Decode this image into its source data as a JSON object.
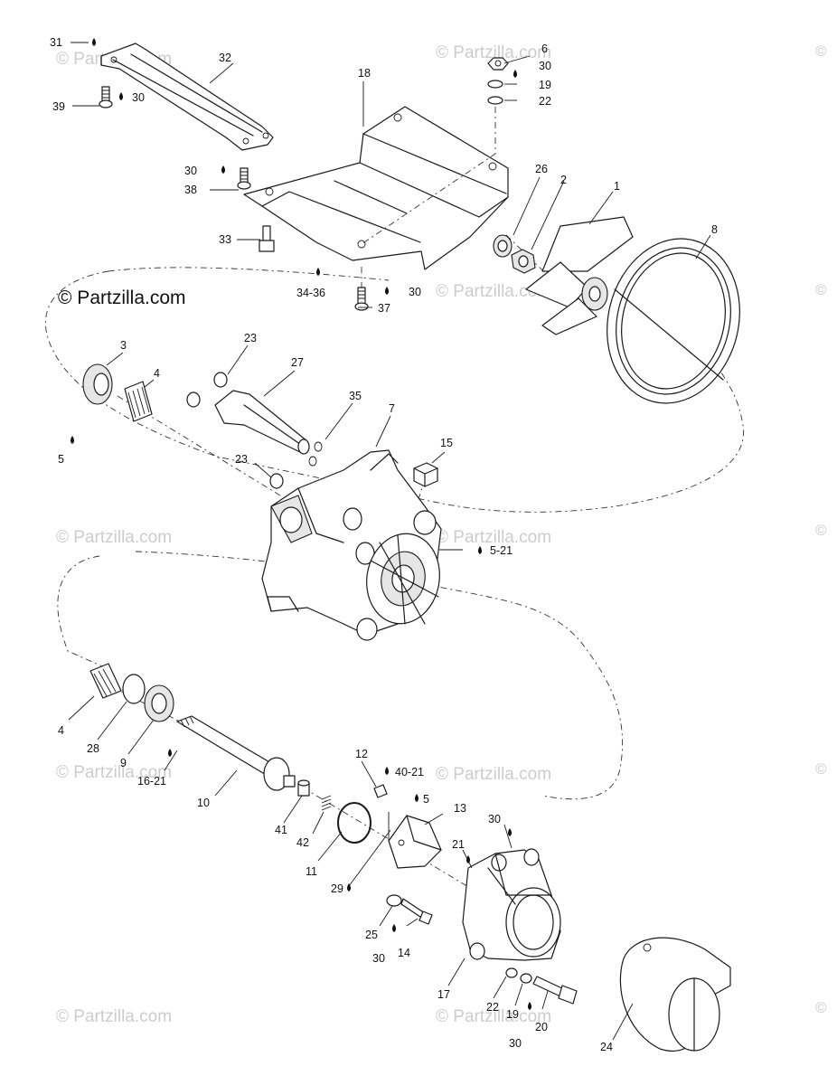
{
  "copyright": "© Partzilla.com",
  "watermark": "© Partzilla.com",
  "watermark_symbol": "©",
  "drop_icon": "grease-drop-icon",
  "labels": {
    "l31": "31",
    "l32": "32",
    "l39": "39",
    "l30a": "30",
    "l30b": "30",
    "l38": "38",
    "l33": "33",
    "l18": "18",
    "l6": "6",
    "l30c": "30",
    "l19a": "19",
    "l22a": "22",
    "l26": "26",
    "l2": "2",
    "l1": "1",
    "l8": "8",
    "l3436": "34-36",
    "l30d": "30",
    "l37": "37",
    "l3": "3",
    "l4a": "4",
    "l5a": "5",
    "l23a": "23",
    "l27": "27",
    "l35": "35",
    "l7": "7",
    "l15": "15",
    "l23b": "23",
    "l521": "5-21",
    "l4b": "4",
    "l28": "28",
    "l9": "9",
    "l1621": "16-21",
    "l10": "10",
    "l12": "12",
    "l4021": "40-21",
    "l5b": "5",
    "l13": "13",
    "l41": "41",
    "l42": "42",
    "l11": "11",
    "l29": "29",
    "l30e": "30",
    "l21": "21",
    "l25": "25",
    "l30f": "30",
    "l14": "14",
    "l17": "17",
    "l22b": "22",
    "l19b": "19",
    "l20": "20",
    "l30g": "30",
    "l24": "24"
  }
}
